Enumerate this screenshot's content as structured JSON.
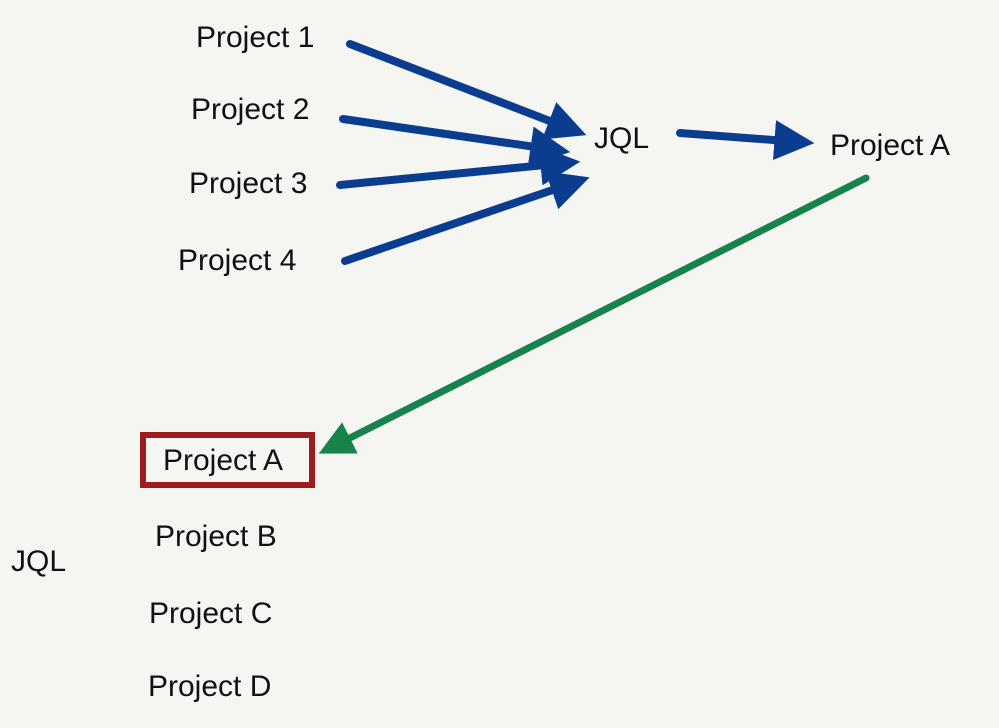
{
  "diagram": {
    "sources": [
      {
        "id": "p1",
        "label": "Project 1"
      },
      {
        "id": "p2",
        "label": "Project 2"
      },
      {
        "id": "p3",
        "label": "Project 3"
      },
      {
        "id": "p4",
        "label": "Project 4"
      }
    ],
    "query_label": "JQL",
    "target_label": "Project A",
    "result_side_label": "JQL",
    "result_list": [
      {
        "id": "ra",
        "label": "Project A",
        "highlighted": true
      },
      {
        "id": "rb",
        "label": "Project B",
        "highlighted": false
      },
      {
        "id": "rc",
        "label": "Project C",
        "highlighted": false
      },
      {
        "id": "rd",
        "label": "Project D",
        "highlighted": false
      }
    ],
    "colors": {
      "blue_arrows": "#0a3d8f",
      "green_arrow": "#17834a",
      "highlight_border": "#9e1b20",
      "background": "#f5f6f2"
    }
  }
}
